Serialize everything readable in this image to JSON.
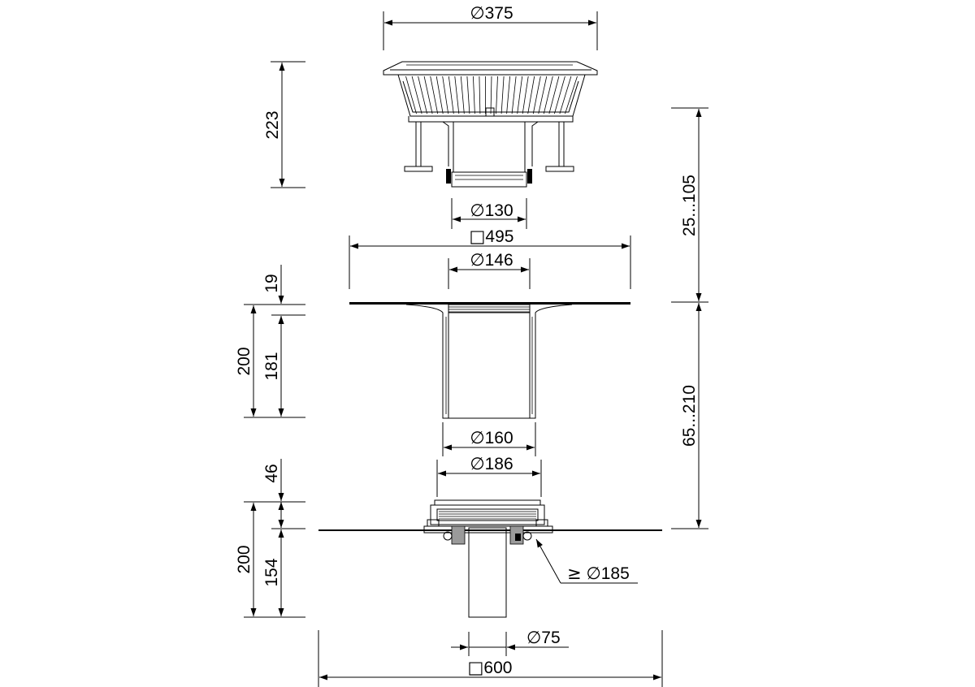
{
  "dimensions": {
    "top_diameter": "375",
    "top_height": "223",
    "outlet_diameter_top": "130",
    "flange_square": "495",
    "upper_range": "25...105",
    "upper_diameter": "146",
    "flange_thickness": "19",
    "mid_total": "200",
    "mid_body": "181",
    "lower_range": "65...210",
    "mid_diameter_outer": "160",
    "lower_diameter_ring": "186",
    "lower_top": "46",
    "lower_total": "200",
    "lower_body": "154",
    "min_diameter": "185",
    "outlet_diameter_bottom": "75",
    "base_square": "600"
  },
  "symbols": {
    "diameter": "∅",
    "square": "□",
    "greater_equal": "≥"
  }
}
